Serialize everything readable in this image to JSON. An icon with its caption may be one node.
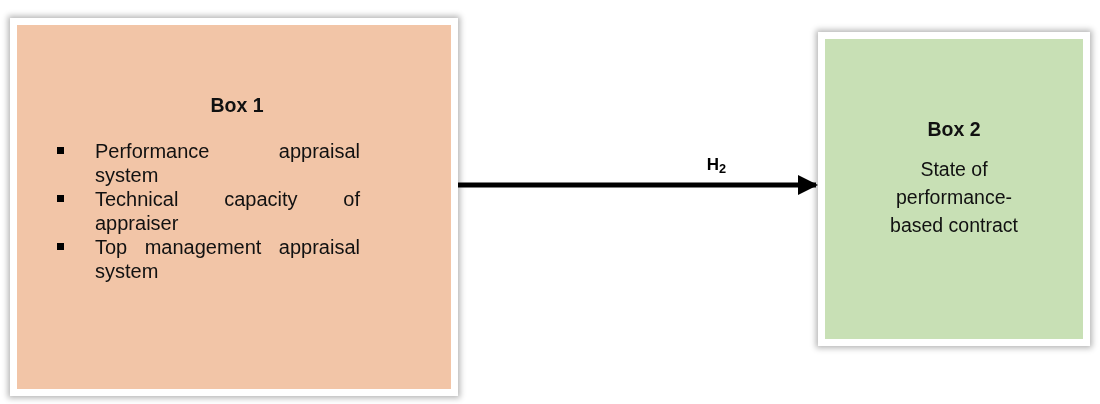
{
  "diagram": {
    "nodes": [
      {
        "text": [
          "Box 1",
          "Performance appraisal system",
          "Technical capacity of appraiser",
          "Top management appraisal system"
        ]
      },
      {
        "text": [
          "Box 2",
          "State of performance-based contract"
        ]
      }
    ],
    "edges": [
      {
        "from": 0,
        "to": 1,
        "arrow": "to",
        "label": "H$_{2}$"
      }
    ]
  }
}
